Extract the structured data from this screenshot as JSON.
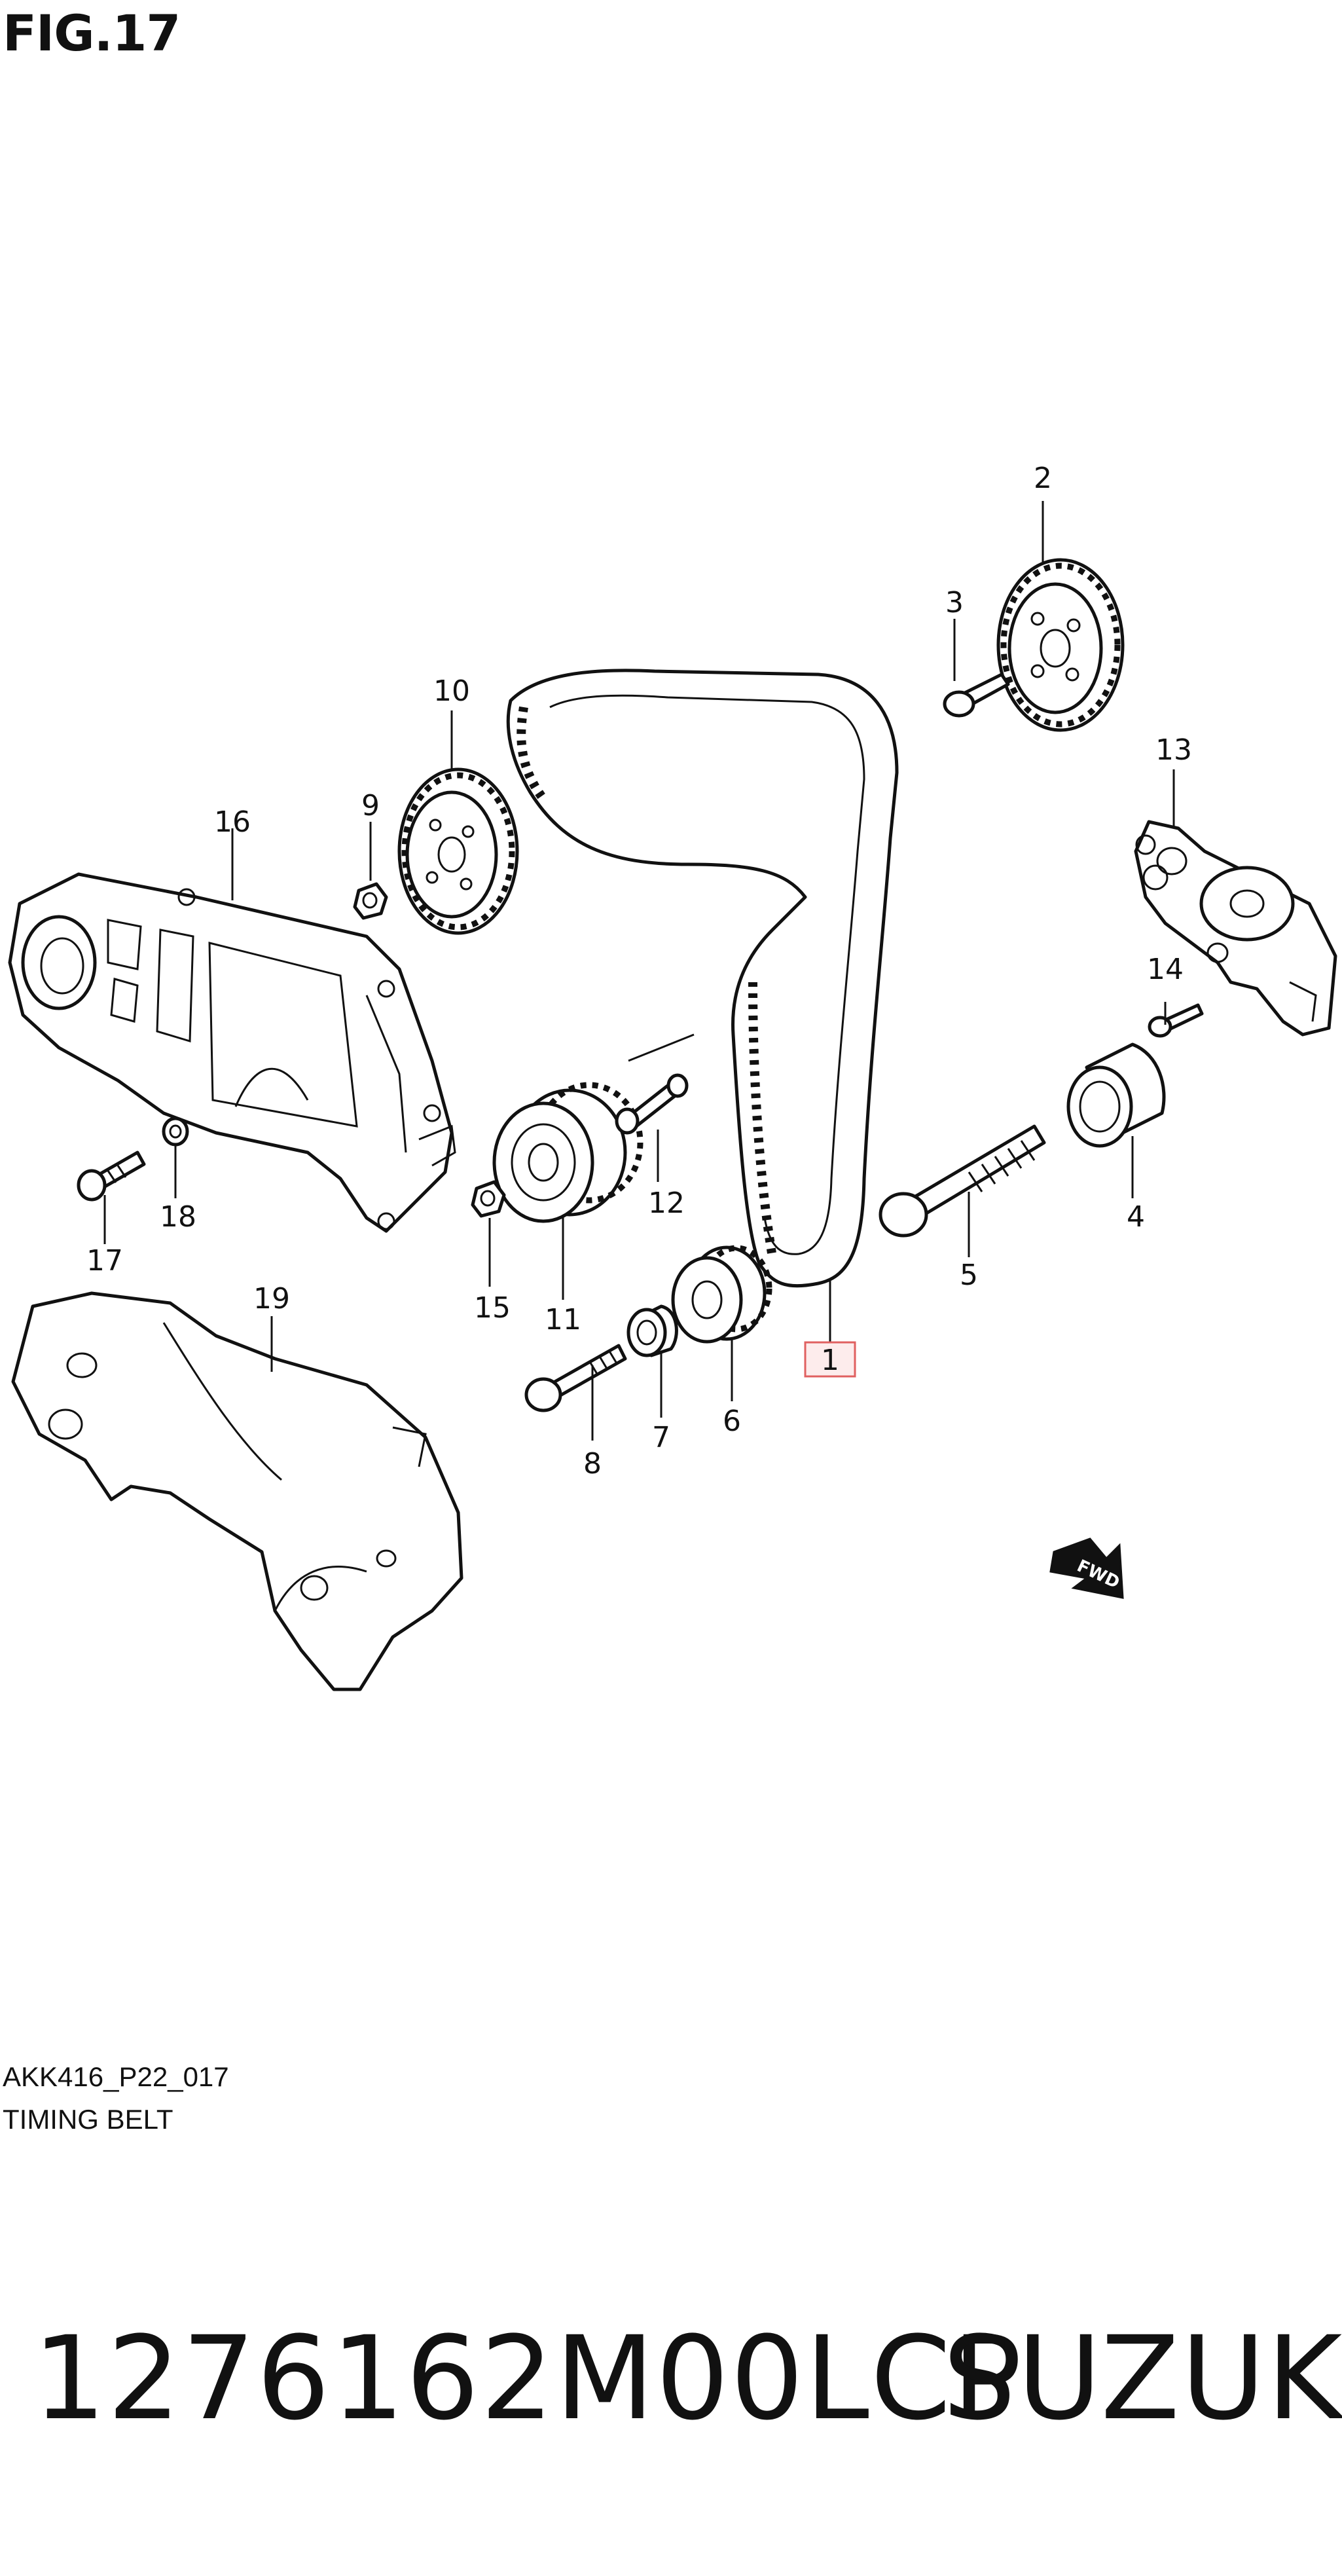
{
  "figure_label": "FIG.17",
  "callouts": {
    "c1": "1",
    "c2": "2",
    "c3": "3",
    "c4": "4",
    "c5": "5",
    "c6": "6",
    "c7": "7",
    "c8": "8",
    "c9": "9",
    "c10": "10",
    "c11": "11",
    "c12": "12",
    "c13": "13",
    "c14": "14",
    "c15": "15",
    "c16": "16",
    "c17": "17",
    "c18": "18",
    "c19": "19"
  },
  "highlighted_callout": "1",
  "fwd_label": "FWD",
  "drawing_code": "AKK416_P22_017",
  "section_title": "TIMING BELT",
  "part_number": "1276162M00LCP",
  "brand": "SUZUKI",
  "colors": {
    "highlight_fill": "#fdecec",
    "highlight_border": "#e06060",
    "ink": "#111111"
  }
}
